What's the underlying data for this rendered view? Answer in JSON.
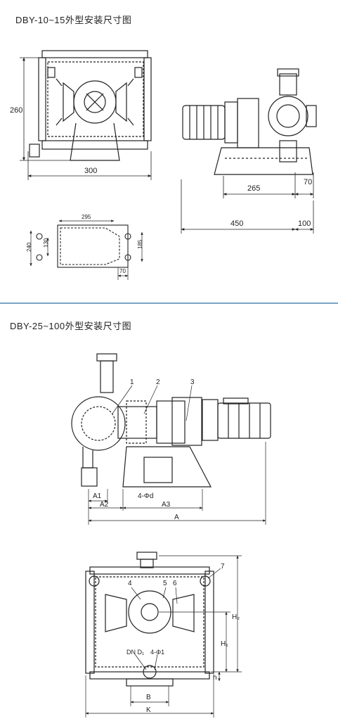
{
  "titles": {
    "top": "DBY-10~15外型安装尺寸图",
    "bottom": "DBY-25~100外型安装尺寸图"
  },
  "top_front": {
    "width_label": "300",
    "height_label": "260"
  },
  "top_side": {
    "label_265": "265",
    "label_70": "70",
    "label_450": "450",
    "label_100": "100"
  },
  "top_base": {
    "label_295": "295",
    "label_240": "240",
    "label_130": "130",
    "label_185": "185",
    "label_70": "70"
  },
  "bottom_side": {
    "callouts": [
      "1",
      "2",
      "3"
    ],
    "labels": {
      "A1": "A1",
      "A2": "A2",
      "A3": "A3",
      "A": "A",
      "phi_d": "4-Φd"
    }
  },
  "bottom_front": {
    "callouts": [
      "4",
      "5",
      "6",
      "7"
    ],
    "labels": {
      "B": "B",
      "K": "K",
      "H1": "H₁",
      "H2": "H₂",
      "h": "h",
      "DN_D1": "DN D₁",
      "phi1": "4-Φ1"
    }
  },
  "colors": {
    "line": "#222222",
    "divider": "#7aa3c8",
    "background": "#ffffff"
  }
}
